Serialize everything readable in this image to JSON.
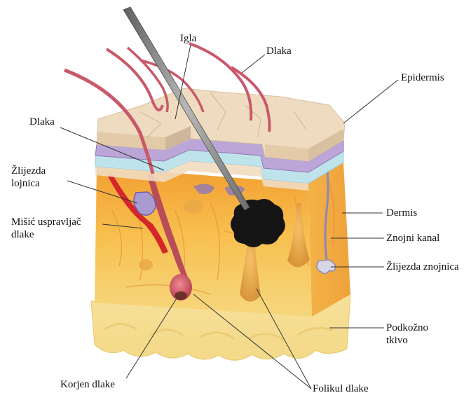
{
  "labels": {
    "igla": "Igla",
    "dlaka_top": "Dlaka",
    "epidermis": "Epidermis",
    "dlaka_left": "Dlaka",
    "zlijezda_lojnica_1": "Žlijezda",
    "zlijezda_lojnica_2": "lojnica",
    "misic_1": "Mišić uspravljač",
    "misic_2": "dlake",
    "dermis": "Dermis",
    "znojni_kanal": "Znojni kanal",
    "zlijezda_znojnica": "Žlijezda znojnica",
    "podkozno_1": "Podkožno",
    "podkozno_2": "tkivo",
    "korjen_dlake": "Korjen dlake",
    "folikul_dlake": "Folikul dlake"
  },
  "colors": {
    "epidermis": "#efdcc0",
    "epidermis_shadow": "#cdb69a",
    "purple_layer": "#b9a3d6",
    "blue_layer": "#bfe3ea",
    "dermis": "#f5bb45",
    "dermis_dark": "#e79a2c",
    "subcutaneous": "#f8e6a6",
    "hair": "#c9596a",
    "needle": "#8a8a8a",
    "lesion": "#151515"
  }
}
